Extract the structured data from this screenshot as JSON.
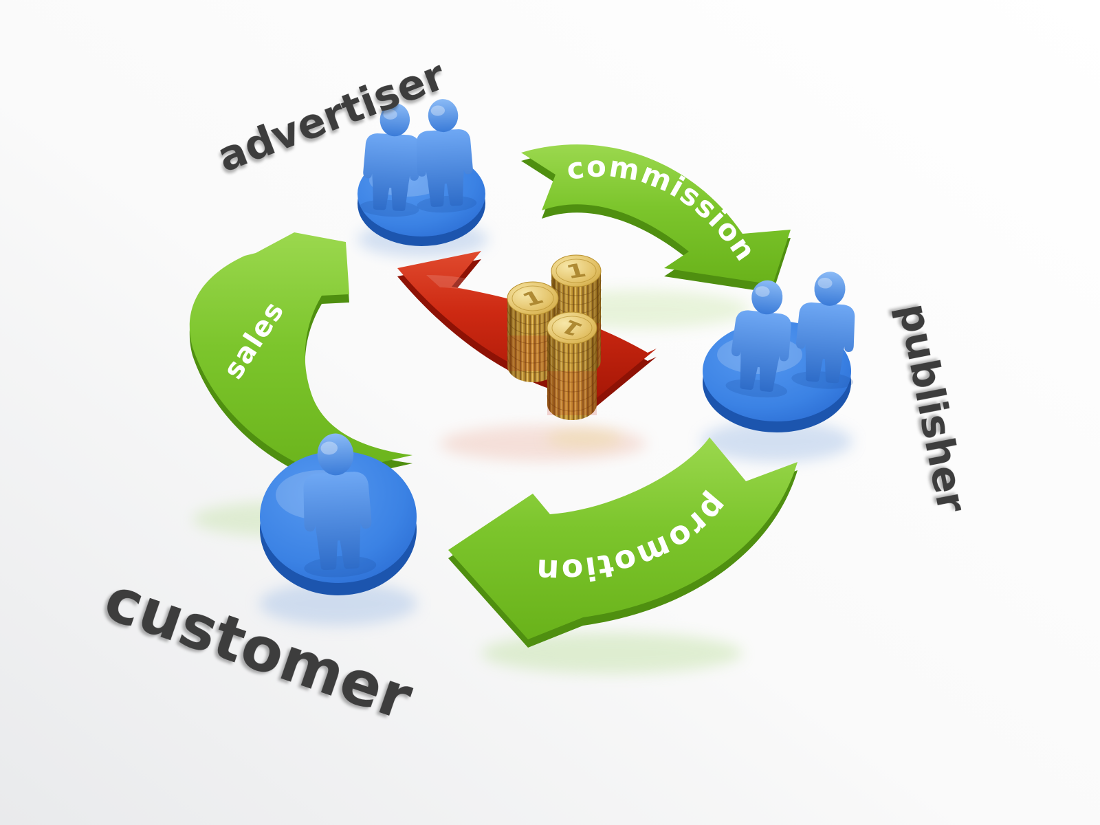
{
  "diagram": {
    "type": "cycle",
    "nodes": [
      {
        "id": "advertiser",
        "label": "advertiser",
        "figure_count": 2,
        "platform": "blue-disc"
      },
      {
        "id": "publisher",
        "label": "publisher",
        "figure_count": 2,
        "platform": "blue-disc"
      },
      {
        "id": "customer",
        "label": "customer",
        "figure_count": 1,
        "platform": "blue-disc"
      }
    ],
    "flows": [
      {
        "id": "commission",
        "label": "commission",
        "from": "advertiser",
        "to": "publisher"
      },
      {
        "id": "promotion",
        "label": "promotion",
        "from": "publisher",
        "to": "customer"
      },
      {
        "id": "sales",
        "label": "sales",
        "from": "customer",
        "to": "advertiser"
      }
    ],
    "money": {
      "coin_label": "1",
      "stack_count": 3
    }
  },
  "colors": {
    "arrow_green": "#7cc52c",
    "arrow_green_dark": "#4f8f10",
    "arrow_red": "#cd2912",
    "platform_blue": "#2f76dd",
    "figure_blue": "#3b82e4",
    "label_gray": "#3e3e3e",
    "coin_gold": "#d7ad48",
    "background": "#ffffff"
  }
}
